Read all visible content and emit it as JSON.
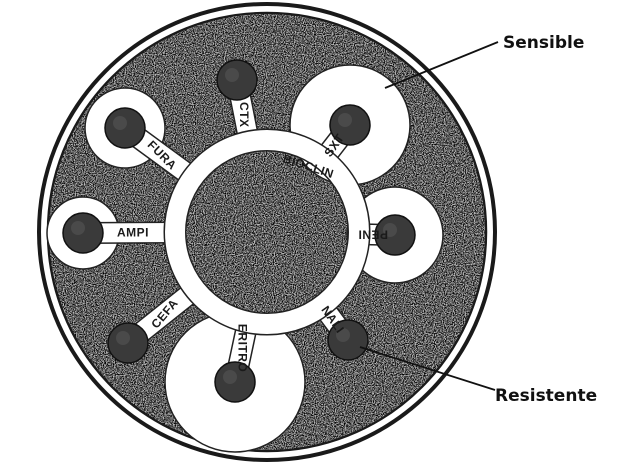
{
  "labels": {
    "sensible": "Sensible",
    "resistente": "Resistente"
  },
  "center_label": "BIOCLIN",
  "discs": [
    {
      "id": "ctx",
      "label": "CTX",
      "halo": false
    },
    {
      "id": "sxt",
      "label": "SXT",
      "halo": true
    },
    {
      "id": "peni",
      "label": "PENI",
      "halo": true
    },
    {
      "id": "nali",
      "label": "NALI",
      "halo": false
    },
    {
      "id": "eritro",
      "label": "ERITRO",
      "halo": true
    },
    {
      "id": "cefa",
      "label": "CEFA",
      "halo": false
    },
    {
      "id": "ampi",
      "label": "AMPI",
      "halo": true
    },
    {
      "id": "fura",
      "label": "FURA",
      "halo": true
    }
  ],
  "colors": {
    "plate_outline": "#1a1a1a",
    "lawn": "#9a9a9a",
    "disk": "#3a3a3a",
    "halo": "#ffffff"
  }
}
